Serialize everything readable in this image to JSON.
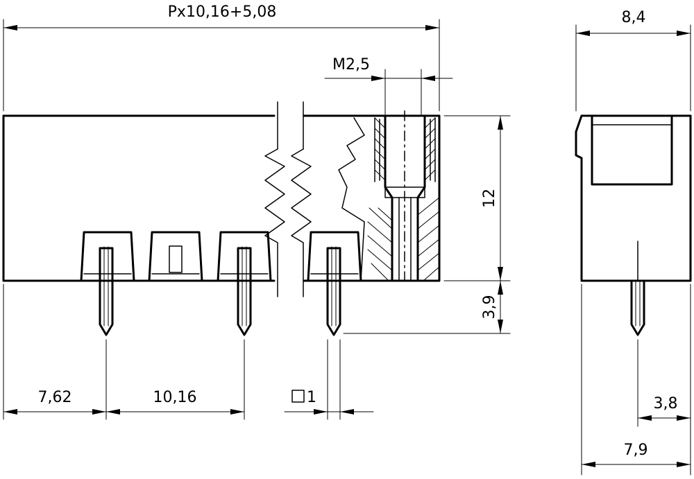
{
  "dimensions": {
    "overall_length": "Px10,16+5,08",
    "screw_thread": "M2,5",
    "body_height": "12",
    "pin_length": "3,9",
    "edge_to_first_pin": "7,62",
    "pin_pitch": "10,16",
    "pin_square": "1",
    "side_depth": "8,4",
    "side_pin_offset": "3,8",
    "side_base_depth": "7,9"
  }
}
